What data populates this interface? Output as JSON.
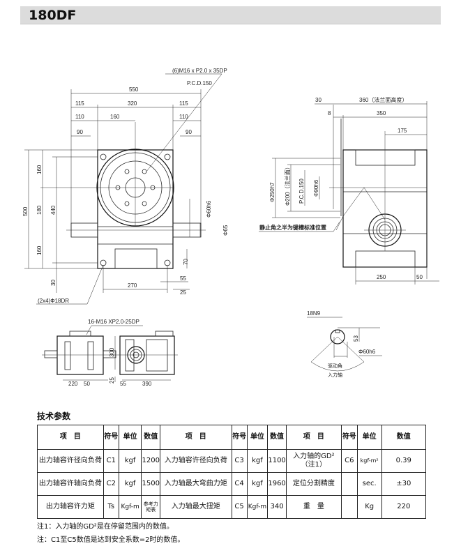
{
  "title": "180DF",
  "front_view": {
    "callout_top": "(6)M16 x P2.0 x 35DP",
    "pcd": "P.C.D.150",
    "d550": "550",
    "d115a": "115",
    "d320": "320",
    "d115b": "115",
    "d110a": "110",
    "d160": "160",
    "d110b": "110",
    "d90a": "90",
    "d90b": "90",
    "d500": "500",
    "v160a": "160",
    "v180": "180",
    "v160b": "160",
    "d440": "440",
    "d30": "30",
    "phi60h6": "Φ60h6",
    "phi65": "Φ65",
    "d70": "70",
    "d55": "55",
    "d270": "270",
    "d25": "25",
    "callout_bottom": "(2x4)Φ18DR"
  },
  "side_view": {
    "d30": "30",
    "d360": "360（法兰面高度）",
    "d8": "8",
    "d350": "350",
    "d175": "175",
    "phi250": "Φ250h7",
    "phi200": "Φ200（法兰面）",
    "pcd": "P.C.D.150",
    "phi90": "Φ90h6",
    "note": "静止角之半为键槽标准位置",
    "d250": "250",
    "d50": "50"
  },
  "bottom_view": {
    "callout": "16-M16 XP2.0-25DP",
    "d300": "300",
    "d220": "220",
    "d50": "50",
    "d25": "25",
    "d55": "55",
    "d390": "390"
  },
  "keyway": {
    "d18n9": "18N9",
    "d53": "53",
    "phi60": "Φ60h6",
    "angle": "驱动角",
    "shaft": "入力轴"
  },
  "spec_title": "技术参数",
  "table": {
    "header": [
      "项　目",
      "符号",
      "单位",
      "数值",
      "项　目",
      "符号",
      "单位",
      "数值",
      "项　目",
      "符号",
      "单位",
      "数值"
    ],
    "rows": [
      [
        "出力轴容许径向负荷",
        "C1",
        "kgf",
        "1200",
        "入力轴容许径向负荷",
        "C3",
        "kgf",
        "1100",
        "入力轴的GD²（注1）",
        "C6",
        "kgf-m²",
        "0.39"
      ],
      [
        "出力轴容许轴向负荷",
        "C2",
        "kgf",
        "1500",
        "入力轴最大弯曲力矩",
        "C4",
        "kgf",
        "1960",
        "定位分割精度",
        "",
        "sec.",
        "±30"
      ],
      [
        "出力轴容许力矩",
        "Ts",
        "Kgf-m",
        "参考力矩表",
        "入力轴最大扭矩",
        "C5",
        "Kgf-m",
        "340",
        "重　量",
        "",
        "Kg",
        "220"
      ]
    ]
  },
  "notes": [
    "注1：入力轴的GD²是在停留范围内的数值。",
    "注：C1至C5数值是达到安全系数=2时的数值。"
  ]
}
